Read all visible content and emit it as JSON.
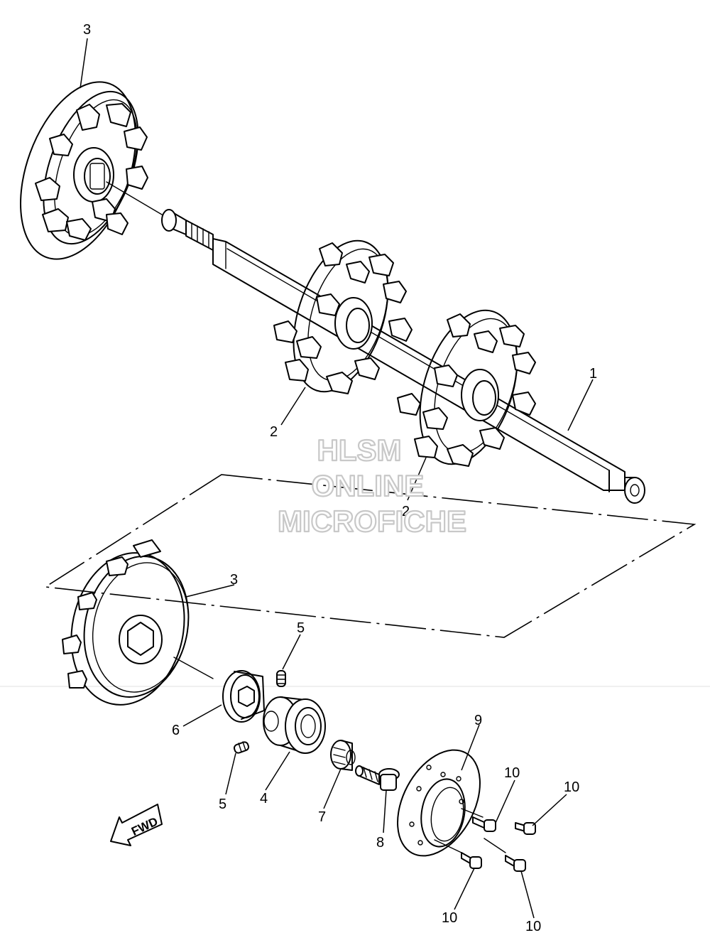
{
  "diagram": {
    "callouts": [
      {
        "id": "c3a",
        "label": "3"
      },
      {
        "id": "c1",
        "label": "1"
      },
      {
        "id": "c2a",
        "label": "2"
      },
      {
        "id": "c2b",
        "label": "2"
      },
      {
        "id": "c3b",
        "label": "3"
      },
      {
        "id": "c5a",
        "label": "5"
      },
      {
        "id": "c6",
        "label": "6"
      },
      {
        "id": "c5b",
        "label": "5"
      },
      {
        "id": "c4",
        "label": "4"
      },
      {
        "id": "c7",
        "label": "7"
      },
      {
        "id": "c8",
        "label": "8"
      },
      {
        "id": "c9",
        "label": "9"
      },
      {
        "id": "c10a",
        "label": "10"
      },
      {
        "id": "c10b",
        "label": "10"
      },
      {
        "id": "c10c",
        "label": "10"
      },
      {
        "id": "c10d",
        "label": "10"
      }
    ],
    "direction_marker": "FWD"
  },
  "watermark": {
    "line1": "HLSM",
    "line2": "ONLINE",
    "line3": "MICROFICHE",
    "color": "#c8c8c8"
  }
}
